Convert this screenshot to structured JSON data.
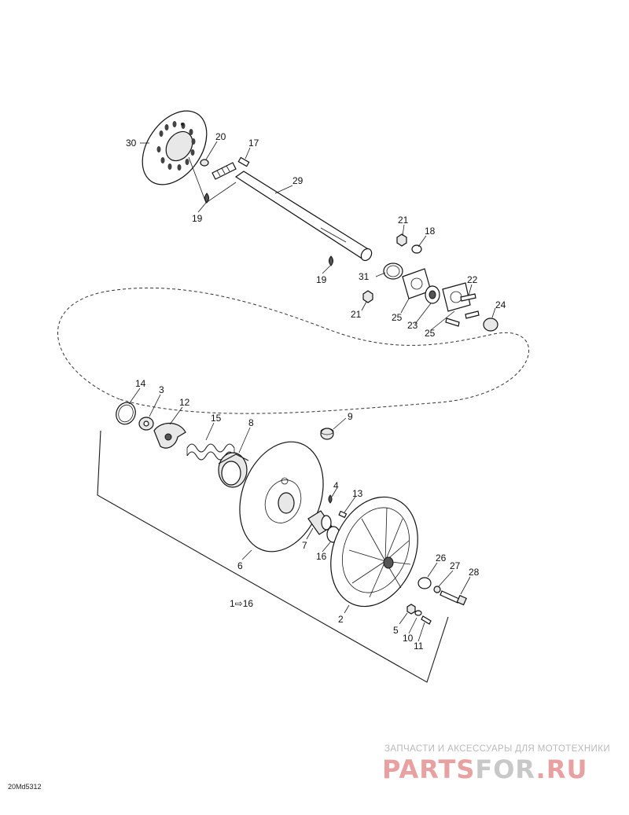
{
  "diagram_code": "20Md5312",
  "group_label": "1⇨16",
  "watermark": {
    "tagline": "ЗАПЧАСТИ И АКСЕССУАРЫ ДЛЯ МОТОТЕХНИКИ",
    "logo_part1": "PARTS",
    "logo_part2": "FOR",
    "logo_part3": ".RU",
    "logo_red": "#e8a0a0",
    "logo_gray": "#c8c8c8"
  },
  "callouts": {
    "c2": "2",
    "c3": "3",
    "c4": "4",
    "c5": "5",
    "c6": "6",
    "c7": "7",
    "c8": "8",
    "c9": "9",
    "c10": "10",
    "c11": "11",
    "c12": "12",
    "c13": "13",
    "c14": "14",
    "c15": "15",
    "c16": "16",
    "c17": "17",
    "c18": "18",
    "c19a": "19",
    "c19b": "19",
    "c20": "20",
    "c21a": "21",
    "c21b": "21",
    "c22": "22",
    "c23": "23",
    "c24": "24",
    "c25a": "25",
    "c25b": "25",
    "c26": "26",
    "c27": "27",
    "c28": "28",
    "c29": "29",
    "c30": "30",
    "c31": "31"
  }
}
